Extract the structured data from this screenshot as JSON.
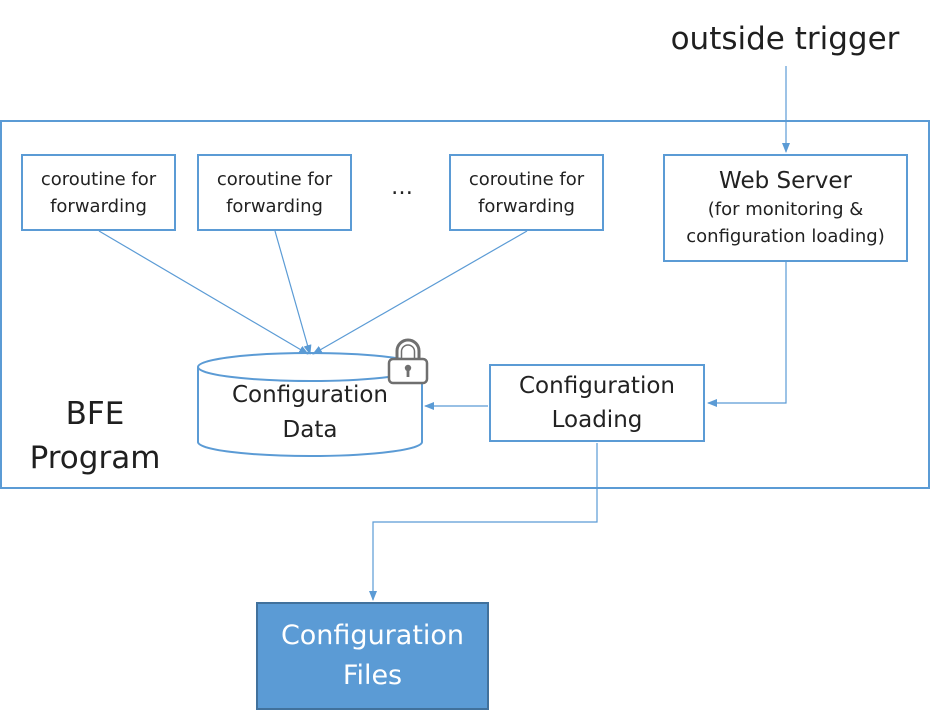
{
  "trigger": {
    "label": "outside trigger"
  },
  "program": {
    "label_line1": "BFE",
    "label_line2": "Program"
  },
  "coroutines": [
    {
      "line1": "coroutine for",
      "line2": "forwarding"
    },
    {
      "line1": "coroutine for",
      "line2": "forwarding"
    },
    {
      "line1": "coroutine for",
      "line2": "forwarding"
    }
  ],
  "ellipsis": "…",
  "web_server": {
    "title": "Web Server",
    "subtitle_line1": "(for monitoring &",
    "subtitle_line2": "configuration loading)"
  },
  "config_data": {
    "line1": "Configuration",
    "line2": "Data"
  },
  "config_loading": {
    "line1": "Configuration",
    "line2": "Loading"
  },
  "config_files": {
    "line1": "Configuration",
    "line2": "Files"
  },
  "icons": {
    "lock": "lock-icon"
  },
  "colors": {
    "stroke": "#5b9bd5",
    "files_fill": "#5b9bd5",
    "files_border": "#41719c",
    "files_text": "#ffffff"
  }
}
